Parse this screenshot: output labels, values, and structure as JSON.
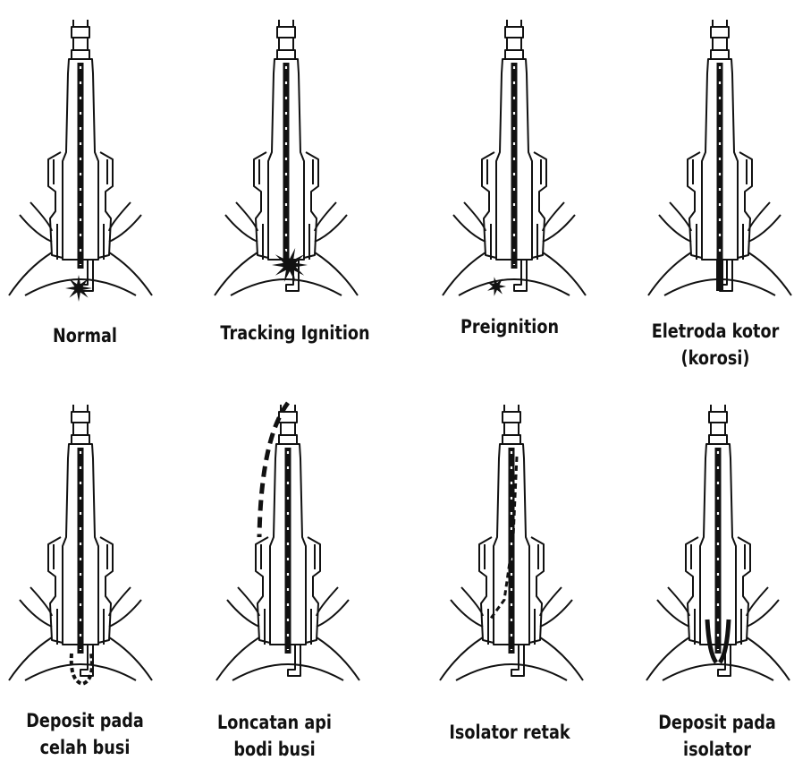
{
  "plugs": [
    {
      "line1": "Normal",
      "line2": ""
    },
    {
      "line1": "Tracking Ignition",
      "line2": ""
    },
    {
      "line1": "Preignition",
      "line2": ""
    },
    {
      "line1": "Eletroda kotor",
      "line2": "(korosi)"
    },
    {
      "line1": "Deposit pada",
      "line2": "celah busi"
    },
    {
      "line1": "Loncatan api",
      "line2": "bodi busi"
    },
    {
      "line1": "Isolator retak",
      "line2": ""
    },
    {
      "line1": "Deposit pada",
      "line2": "isolator"
    }
  ]
}
